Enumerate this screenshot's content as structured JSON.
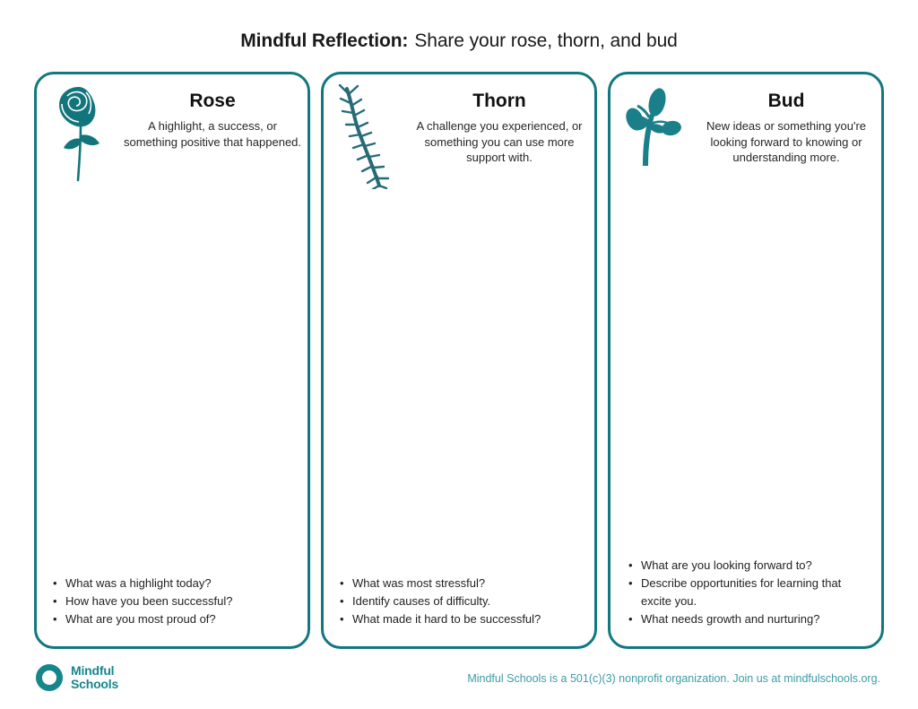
{
  "header": {
    "title_strong": "Mindful Reflection:",
    "title_rest": "Share your rose, thorn, and bud"
  },
  "theme": {
    "teal": "#11787F",
    "logo_teal": "#17868C",
    "footer_teal": "#3E9BA4",
    "text": "#1b1b1b"
  },
  "cards": [
    {
      "key": "rose",
      "icon": "rose-icon",
      "title": "Rose",
      "description": "A highlight, a success, or something positive that happened.",
      "prompts": [
        "What was a highlight today?",
        "How have you been successful?",
        "What are you most proud of?"
      ]
    },
    {
      "key": "thorn",
      "icon": "thorn-icon",
      "title": "Thorn",
      "description": "A challenge you experienced, or something you can use more support with.",
      "prompts": [
        "What was most stressful?",
        "Identify causes of difficulty.",
        "What made it hard to be successful?"
      ]
    },
    {
      "key": "bud",
      "icon": "bud-icon",
      "title": "Bud",
      "description": "New ideas or something you're looking forward to knowing or understanding more.",
      "prompts": [
        "What are you looking forward to?",
        "Describe opportunities for learning that excite you.",
        "What needs growth and nurturing?"
      ]
    }
  ],
  "footer": {
    "logo_line1": "Mindful",
    "logo_line2": "Schools",
    "note": "Mindful Schools is a 501(c)(3) nonprofit organization.  Join us at mindfulschools.org."
  }
}
